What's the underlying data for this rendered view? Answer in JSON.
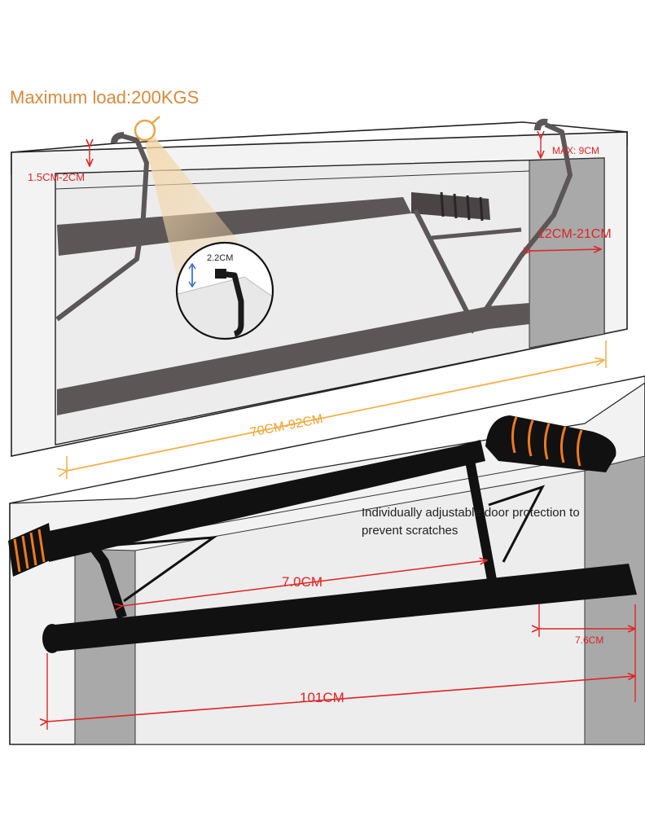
{
  "title": "Maximum load:200KGS",
  "top_diagram": {
    "frame_thickness": "1.5CM-2CM",
    "hook_gap": "MAX: 9CM",
    "wall_depth": "12CM-21CM",
    "hook_width": "2.2CM",
    "door_width_range": "70CM-92CM"
  },
  "bottom_diagram": {
    "note_line1": "Individually adjustable door protection to",
    "note_line2": "prevent scratches",
    "inner_width": "7.0CM",
    "end_length": "7.6CM",
    "total_length": "101CM"
  },
  "colors": {
    "title": "#d98b3c",
    "dimension_red": "#e02424",
    "dimension_orange": "#f0b24a",
    "bar_gray": "#5c5656",
    "bar_black": "#111111",
    "grip_orange": "#f07a1c"
  }
}
